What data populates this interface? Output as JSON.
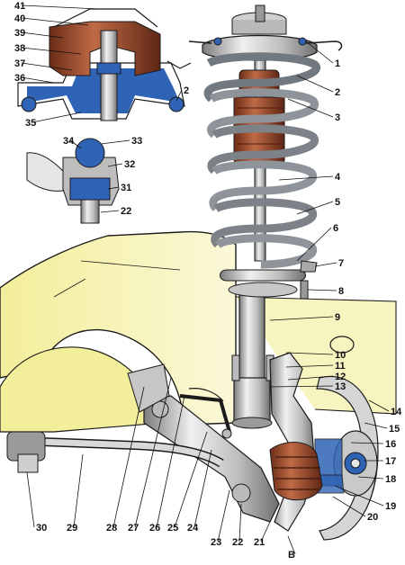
{
  "diagram": {
    "callouts": [
      "1",
      "2",
      "3",
      "4",
      "5",
      "6",
      "7",
      "8",
      "9",
      "10",
      "11",
      "12",
      "13",
      "14",
      "15",
      "16",
      "17",
      "18",
      "19",
      "20",
      "21",
      "22",
      "23",
      "24",
      "25",
      "26",
      "27",
      "28",
      "29",
      "30",
      "31",
      "32",
      "33",
      "34",
      "35",
      "36",
      "37",
      "38",
      "39",
      "40",
      "41",
      "B"
    ],
    "inset_top_callouts": [
      "41",
      "40",
      "39",
      "38",
      "37",
      "36",
      "35",
      "2"
    ],
    "inset_joint_callouts": [
      "34",
      "33",
      "32",
      "31",
      "22"
    ],
    "colors": {
      "body_panel": "#f3ee9a",
      "strut_metal": "#d9d9d9",
      "spring_steel": "#9ea3a8",
      "bump_stop": "#9b4a2f",
      "rubber_boot": "#7c3f2a",
      "highlight_blue": "#2f63b5",
      "outline": "#1b1b1b"
    }
  }
}
